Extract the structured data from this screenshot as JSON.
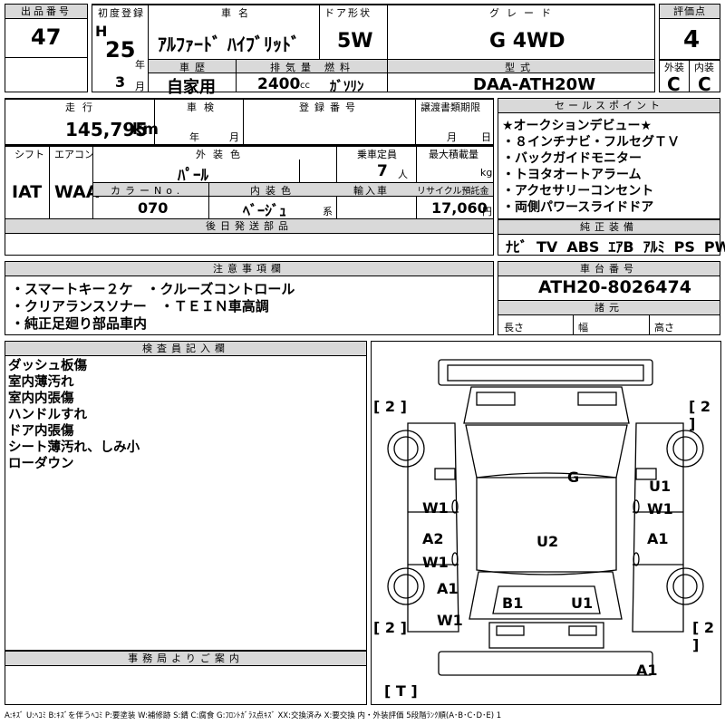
{
  "header": {
    "lot_no_label": "出品番号",
    "lot_no": "47",
    "first_reg_label": "初度登録",
    "era": "H",
    "year": "25",
    "year_unit": "年",
    "month": "3",
    "month_unit": "月",
    "car_name_label": "車名",
    "car_name": "ｱﾙﾌｧｰﾄﾞ ﾊｲﾌﾞﾘｯﾄﾞ",
    "door_label": "ドア形状",
    "door": "5W",
    "grade_label": "グレード",
    "grade": "G 4WD",
    "score_label": "評価点",
    "score": "4",
    "history_label": "車歴",
    "history": "自家用",
    "displacement_label": "排気量",
    "displacement": "2400",
    "displacement_unit": "cc",
    "fuel_label": "燃料",
    "fuel": "ｶﾞｿﾘﾝ",
    "model_label": "型式",
    "model": "DAA-ATH20W",
    "ext_label": "外装",
    "ext": "C",
    "int_label": "内装",
    "int": "C"
  },
  "row2": {
    "mileage_label": "走行",
    "mileage": "145,795",
    "mileage_unit": "km",
    "inspection_label": "車検",
    "insp_year_unit": "年",
    "insp_month_unit": "月",
    "reg_no_label": "登録番号",
    "transfer_label": "譲渡書類期限",
    "transfer_month_unit": "月",
    "transfer_day_unit": "日"
  },
  "row3": {
    "shift_label": "シフト",
    "shift": "IAT",
    "ac_label": "エアコン",
    "ac": "WAA",
    "exterior_color_label": "外装色",
    "exterior_color": "ﾊﾟｰﾙ",
    "capacity_label": "乗車定員",
    "capacity": "7",
    "capacity_unit": "人",
    "max_load_label": "最大積載量",
    "max_load_unit": "kg",
    "color_no_label": "カラーNo.",
    "color_no": "070",
    "interior_color_label": "内装色",
    "interior_color": "ﾍﾞｰｼﾞｭ",
    "interior_color_unit": "系",
    "import_label": "輸入車",
    "recycle_label": "リサイクル預託金",
    "recycle": "17,060",
    "recycle_unit": "円",
    "later_parts_label": "後日発送部品"
  },
  "sales_points": {
    "label": "セールスポイント",
    "items": [
      "★オークションデビュー★",
      "・８インチナビ・フルセグＴＶ",
      "・バックガイドモニター",
      "・トヨタオートアラーム",
      "・アクセサリーコンセント",
      "・両側パワースライドドア"
    ]
  },
  "equipment": {
    "label": "純正装備",
    "items": [
      "ﾅﾋﾞ",
      "TV",
      "ABS",
      "ｴｱB",
      "ｱﾙﾐ",
      "PS",
      "PW"
    ]
  },
  "notes": {
    "label": "注意事項欄",
    "line1": "・スマートキー２ケ　・クルーズコントロール",
    "line2": "・クリアランスソナー　・ＴＥＩＮ車高調",
    "line3": "・純正足廻り部品車内"
  },
  "chassis": {
    "label": "車台番号",
    "value": "ATH20-8026474",
    "dims_label": "諸元",
    "length_label": "長さ",
    "width_label": "幅",
    "height_label": "高さ"
  },
  "inspector": {
    "label": "検査員記入欄",
    "lines": [
      "ダッシュ板傷",
      "室内薄汚れ",
      "室内内張傷",
      "ハンドルすれ",
      "ドア内張傷",
      "シート薄汚れ、しみ小",
      "ローダウン"
    ]
  },
  "office": {
    "label": "事務局よりご案内"
  },
  "diagram": {
    "tire_fl": "[ 2 ]",
    "tire_fr": "[ 2 ]",
    "tire_rl": "[ 2 ]",
    "tire_rr": "[ 2 ]",
    "tire_spare": "[ T ]",
    "codes": {
      "g": "G",
      "u1_right": "U1",
      "w1_right": "W1",
      "w1_left_front": "W1",
      "a2_left": "A2",
      "w1_left_mid": "W1",
      "u2": "U2",
      "a1_right": "A1",
      "a1_left": "A1",
      "b1": "B1",
      "u1_rear": "U1",
      "w1_left_rear": "W1",
      "a1_bottom": "A1"
    }
  },
  "legend": "A:ｷｽﾞ U:ﾍｺﾐ B:ｷｽﾞを伴うﾍｺﾐ P:要塗装 W:補修跡 S:錆 C:腐食 G:ﾌﾛﾝﾄｶﾞﾗｽ点ｷｽﾞ XX:交換済み X:要交換 内・外装評価 5段階ﾗﾝｸ順(A･B･C･D･E) 1"
}
